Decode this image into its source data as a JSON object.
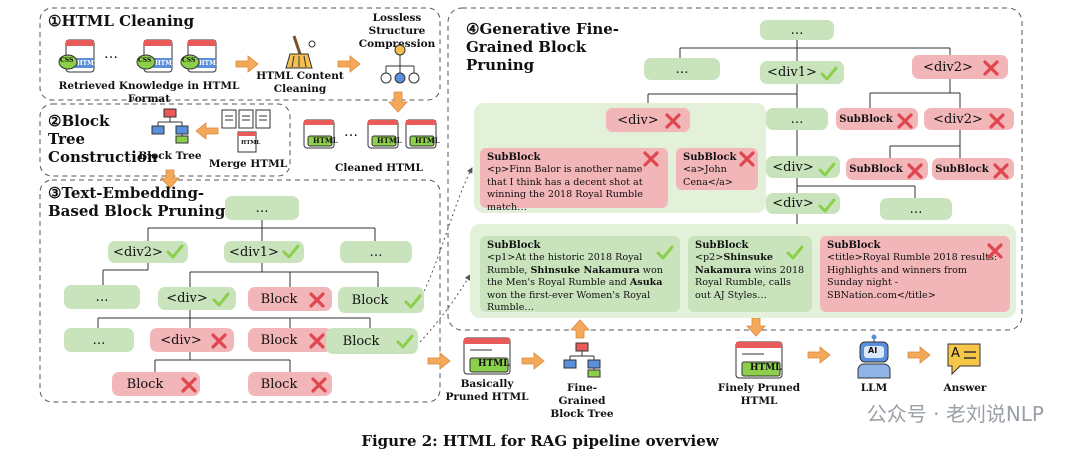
{
  "steps": {
    "s1": "①HTML Cleaning",
    "s2": "②Block Tree Construction",
    "s3": "③Text-Embedding-Based Block Pruning",
    "s4": "④Generative Fine-Grained Block Pruning"
  },
  "labels": {
    "retrieved": "Retrieved Knowledge in HTML Format",
    "content_cleaning": "HTML Content Cleaning",
    "lossless": "Lossless Structure Compression",
    "cleaned_html": "Cleaned HTML",
    "merge_html": "Merge HTML",
    "block_tree": "Block Tree",
    "basically_pruned": "Basically Pruned HTML",
    "fine_grained_tree": "Fine-Grained Block Tree",
    "finely_pruned": "Finely Pruned HTML",
    "llm": "LLM",
    "answer": "Answer",
    "html_tag": "HTML",
    "css_tag": "CSS",
    "ellipsis": "…"
  },
  "tree3": {
    "root": "…",
    "div2": "<div2>",
    "div1": "<div1>",
    "dots": "…",
    "div": "<div>",
    "block": "Block"
  },
  "tree4": {
    "root": "…",
    "dots": "…",
    "div1": "<div1>",
    "div2": "<div2>",
    "div": "<div>",
    "subblock": "SubBlock"
  },
  "subblocks": {
    "finn": {
      "head": "SubBlock",
      "body": "<p>Finn Balor is another name that I think has a decent shot at winning the 2018 Royal Rumble match…"
    },
    "cena": {
      "head": "SubBlock",
      "body": "<a>John Cena</a>"
    },
    "historic": {
      "head": "SubBlock",
      "b1": "<p1>At the historic 2018 Royal Rumble, ",
      "n1": "Shinsuke Nakamura",
      "b2": " won the Men's Royal Rumble and ",
      "n2": "Asuka",
      "b3": " won the first-ever Women's Royal Rumble…"
    },
    "shinsuke": {
      "head": "SubBlock",
      "b1": "<p2>",
      "n1": "Shinsuke Nakamura",
      "b2": " wins 2018 Royal Rumble, calls out AJ Styles…"
    },
    "title": {
      "head": "SubBlock",
      "body": "<title>Royal Rumble 2018 results: Highlights and winners from Sunday night - SBNation.com</title>"
    }
  },
  "caption": "Figure 2: HTML for RAG pipeline overview",
  "watermark": "公众号 · 老刘说NLP",
  "colors": {
    "green": "#c9e4bd",
    "red": "#f2b6b9",
    "panel": "#e3f0da",
    "arrow": "#f4a85a",
    "check": "#8ccf4a",
    "cross": "#e0464d",
    "dashed": "#555555"
  }
}
